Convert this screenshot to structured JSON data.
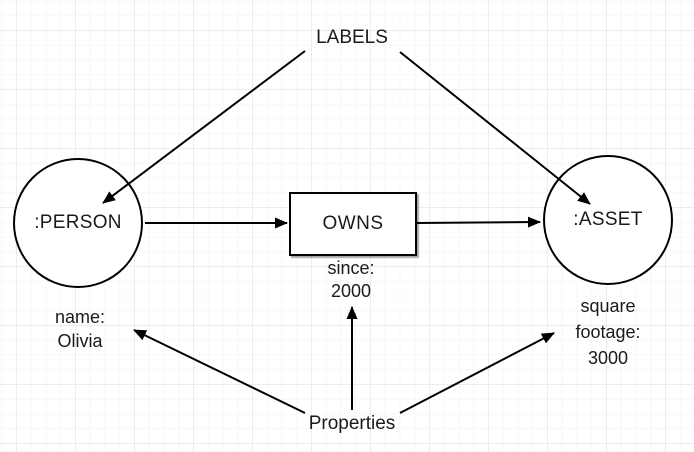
{
  "canvas": {
    "background_color": "#ffffff",
    "grid_minor_color": "#f7f7f7",
    "grid_major_color": "#ececec",
    "stroke_color": "#000000"
  },
  "annotations": {
    "labels": "LABELS",
    "properties": "Properties"
  },
  "nodes": {
    "person": {
      "label": ":PERSON"
    },
    "owns": {
      "label": "OWNS"
    },
    "asset": {
      "label": ":ASSET"
    }
  },
  "node_properties": {
    "person": {
      "line1": "name:",
      "line2": "Olivia"
    },
    "owns": {
      "line1": "since:",
      "line2": "2000"
    },
    "asset": {
      "line1": "square",
      "line2": "footage:",
      "line3": "3000"
    }
  }
}
